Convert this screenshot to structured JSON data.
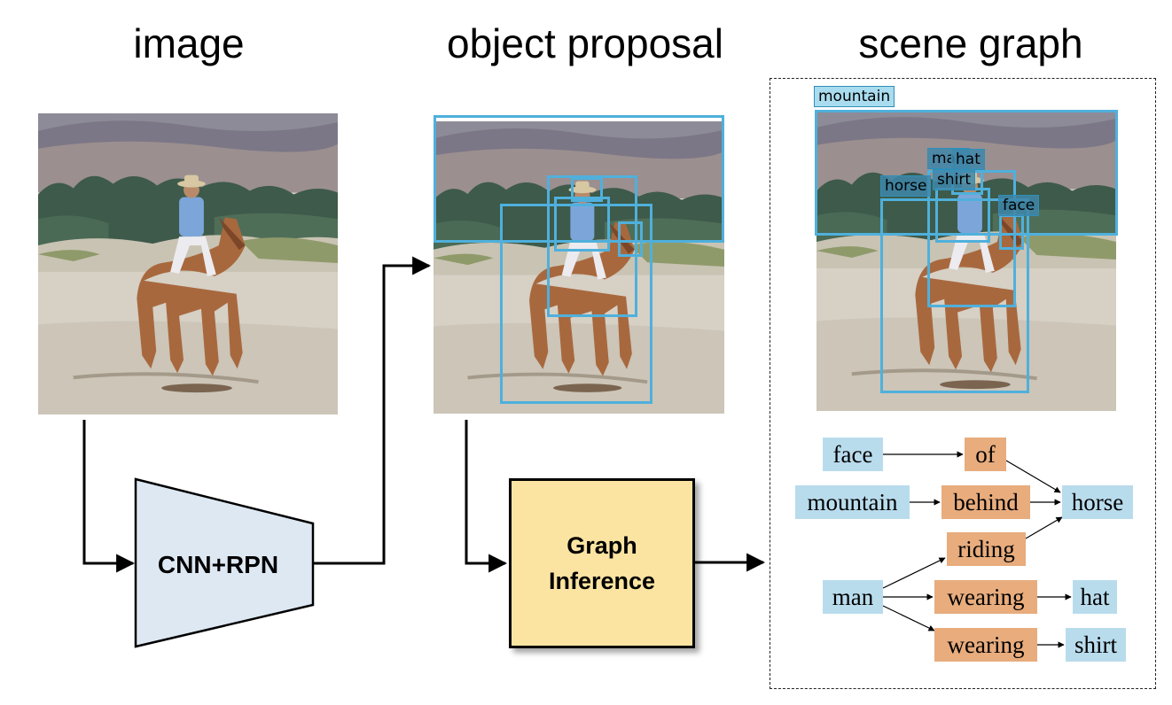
{
  "headings": {
    "image": "image",
    "proposal": "object proposal",
    "scene_graph": "scene graph"
  },
  "modules": {
    "cnn_rpn": "CNN+RPN",
    "graph_inference_line1": "Graph",
    "graph_inference_line2": "Inference"
  },
  "image_labels": {
    "mountain": "mountain",
    "man": "man",
    "hat": "hat",
    "shirt": "shirt",
    "horse": "horse",
    "face": "face"
  },
  "graph_nodes": {
    "face": "face",
    "of": "of",
    "mountain": "mountain",
    "behind": "behind",
    "horse": "horse",
    "riding": "riding",
    "man": "man",
    "wearing_hat": "wearing",
    "hat": "hat",
    "wearing_shirt": "wearing",
    "shirt": "shirt"
  },
  "colors": {
    "object_node": "#b9dced",
    "relation_node": "#e8ac7d",
    "box_stroke": "#4fb0dc",
    "cnn_fill": "#dde8f3",
    "graph_fill": "#fbe4a1"
  }
}
